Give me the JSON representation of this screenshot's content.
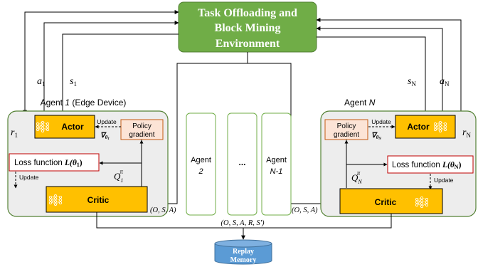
{
  "environment": {
    "line1": "Task Offloading and",
    "line2": "Block Mining",
    "line3": "Environment"
  },
  "agent1": {
    "title_pre": "Agent ",
    "title_num": "1",
    "title_post": " (Edge Device)",
    "actor": "Actor",
    "policy_line1": "Policy",
    "policy_line2": "gradient",
    "update_actor": "Update",
    "grad_sub": "θ",
    "grad_sub2": "1",
    "loss_text": "Loss function ",
    "loss_math": "L(θ",
    "loss_sub": "1",
    "update_critic": "Update",
    "critic": "Critic",
    "q_label": "Q",
    "q_sub": "1",
    "q_sup": "π",
    "a_label": "a",
    "a_sub": "1",
    "s_label": "s",
    "s_sub": "1",
    "r_label": "r",
    "r_sub": "1",
    "osa": "(O, S, A)"
  },
  "agentN": {
    "title_pre": "Agent ",
    "title_num": "N",
    "actor": "Actor",
    "policy_line1": "Policy",
    "policy_line2": "gradient",
    "update_actor": "Update",
    "grad_sub": "θ",
    "grad_sub2": "N",
    "loss_text": "Loss function ",
    "loss_math": "L(θ",
    "loss_sub": "N",
    "update_critic": "Update",
    "critic": "Critic",
    "q_label": "Q",
    "q_sub": "N",
    "q_sup": "π",
    "a_label": "a",
    "a_sub": "N",
    "s_label": "s",
    "s_sub": "N",
    "r_label": "r",
    "r_sub": "N",
    "osa": "(O, S, A)"
  },
  "middle": {
    "agent2_l1": "Agent",
    "agent2_l2": "2",
    "dots": "...",
    "agentN1_l1": "Agent",
    "agentN1_l2": "N-1"
  },
  "transition": "(O, S, A, R, S')",
  "replay": {
    "line1": "Replay",
    "line2": "Memory"
  },
  "colors": {
    "env": "#70AD47",
    "actor": "#FFC000",
    "panel": "#F0F0F0",
    "panel_border": "#548235",
    "policy": "#FCE4D6",
    "policy_border": "#C55A11",
    "loss_border": "#C00000",
    "replay": "#5B9BD5"
  }
}
